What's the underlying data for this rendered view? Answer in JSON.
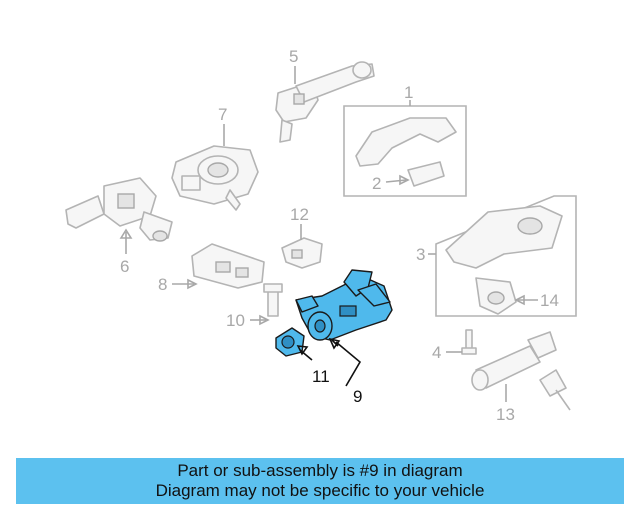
{
  "diagram": {
    "callouts": {
      "c1": "1",
      "c2": "2",
      "c3": "3",
      "c4": "4",
      "c5": "5",
      "c6": "6",
      "c7": "7",
      "c8": "8",
      "c9": "9",
      "c10": "10",
      "c11": "11",
      "c12": "12",
      "c13": "13",
      "c14": "14"
    },
    "highlight_color": "#4fb9ec",
    "part_color": "#b4b4b4"
  },
  "caption": {
    "line1": "Part or sub-assembly is #9 in diagram",
    "line2": "Diagram may not be specific to your vehicle",
    "background": "#5cc1ef"
  }
}
